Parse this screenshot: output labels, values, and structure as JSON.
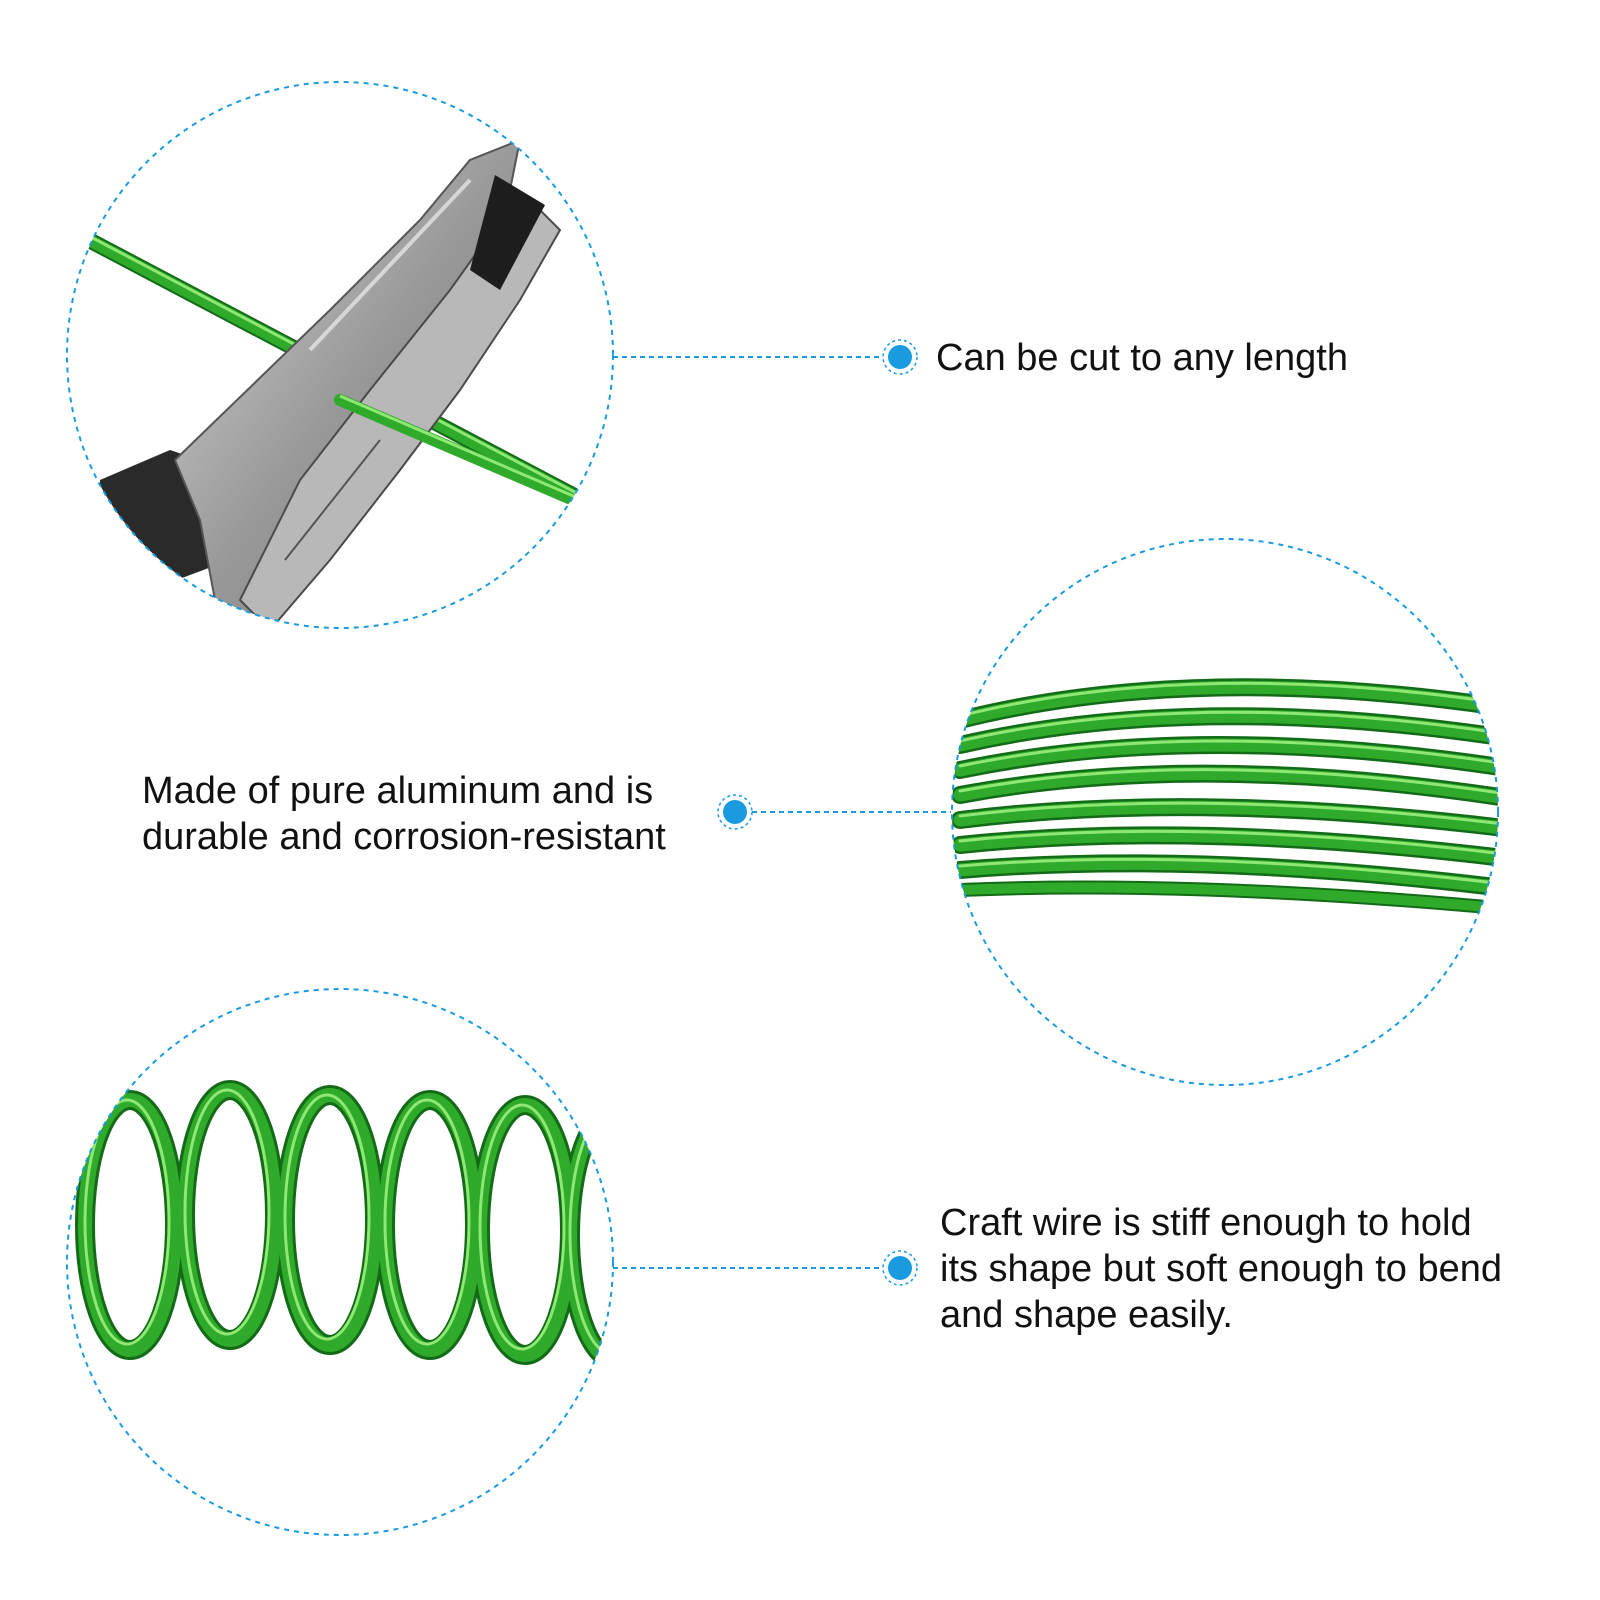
{
  "features": [
    {
      "lines": [
        "Can be cut to any length"
      ]
    },
    {
      "lines": [
        "Made of pure aluminum and is",
        "durable and corrosion-resistant"
      ]
    },
    {
      "lines": [
        "Craft wire is stiff enough to hold",
        "its shape but soft enough to bend",
        "and shape easily."
      ]
    }
  ],
  "colors": {
    "accent": "#1a9be0",
    "wire": "#2faa2a",
    "wire_dark": "#16731a",
    "wire_light": "#7fe06a",
    "text": "#111111"
  },
  "icons": [
    "pliers-icon",
    "wire-coil-icon",
    "wire-spring-icon",
    "bullet-dot-icon"
  ]
}
